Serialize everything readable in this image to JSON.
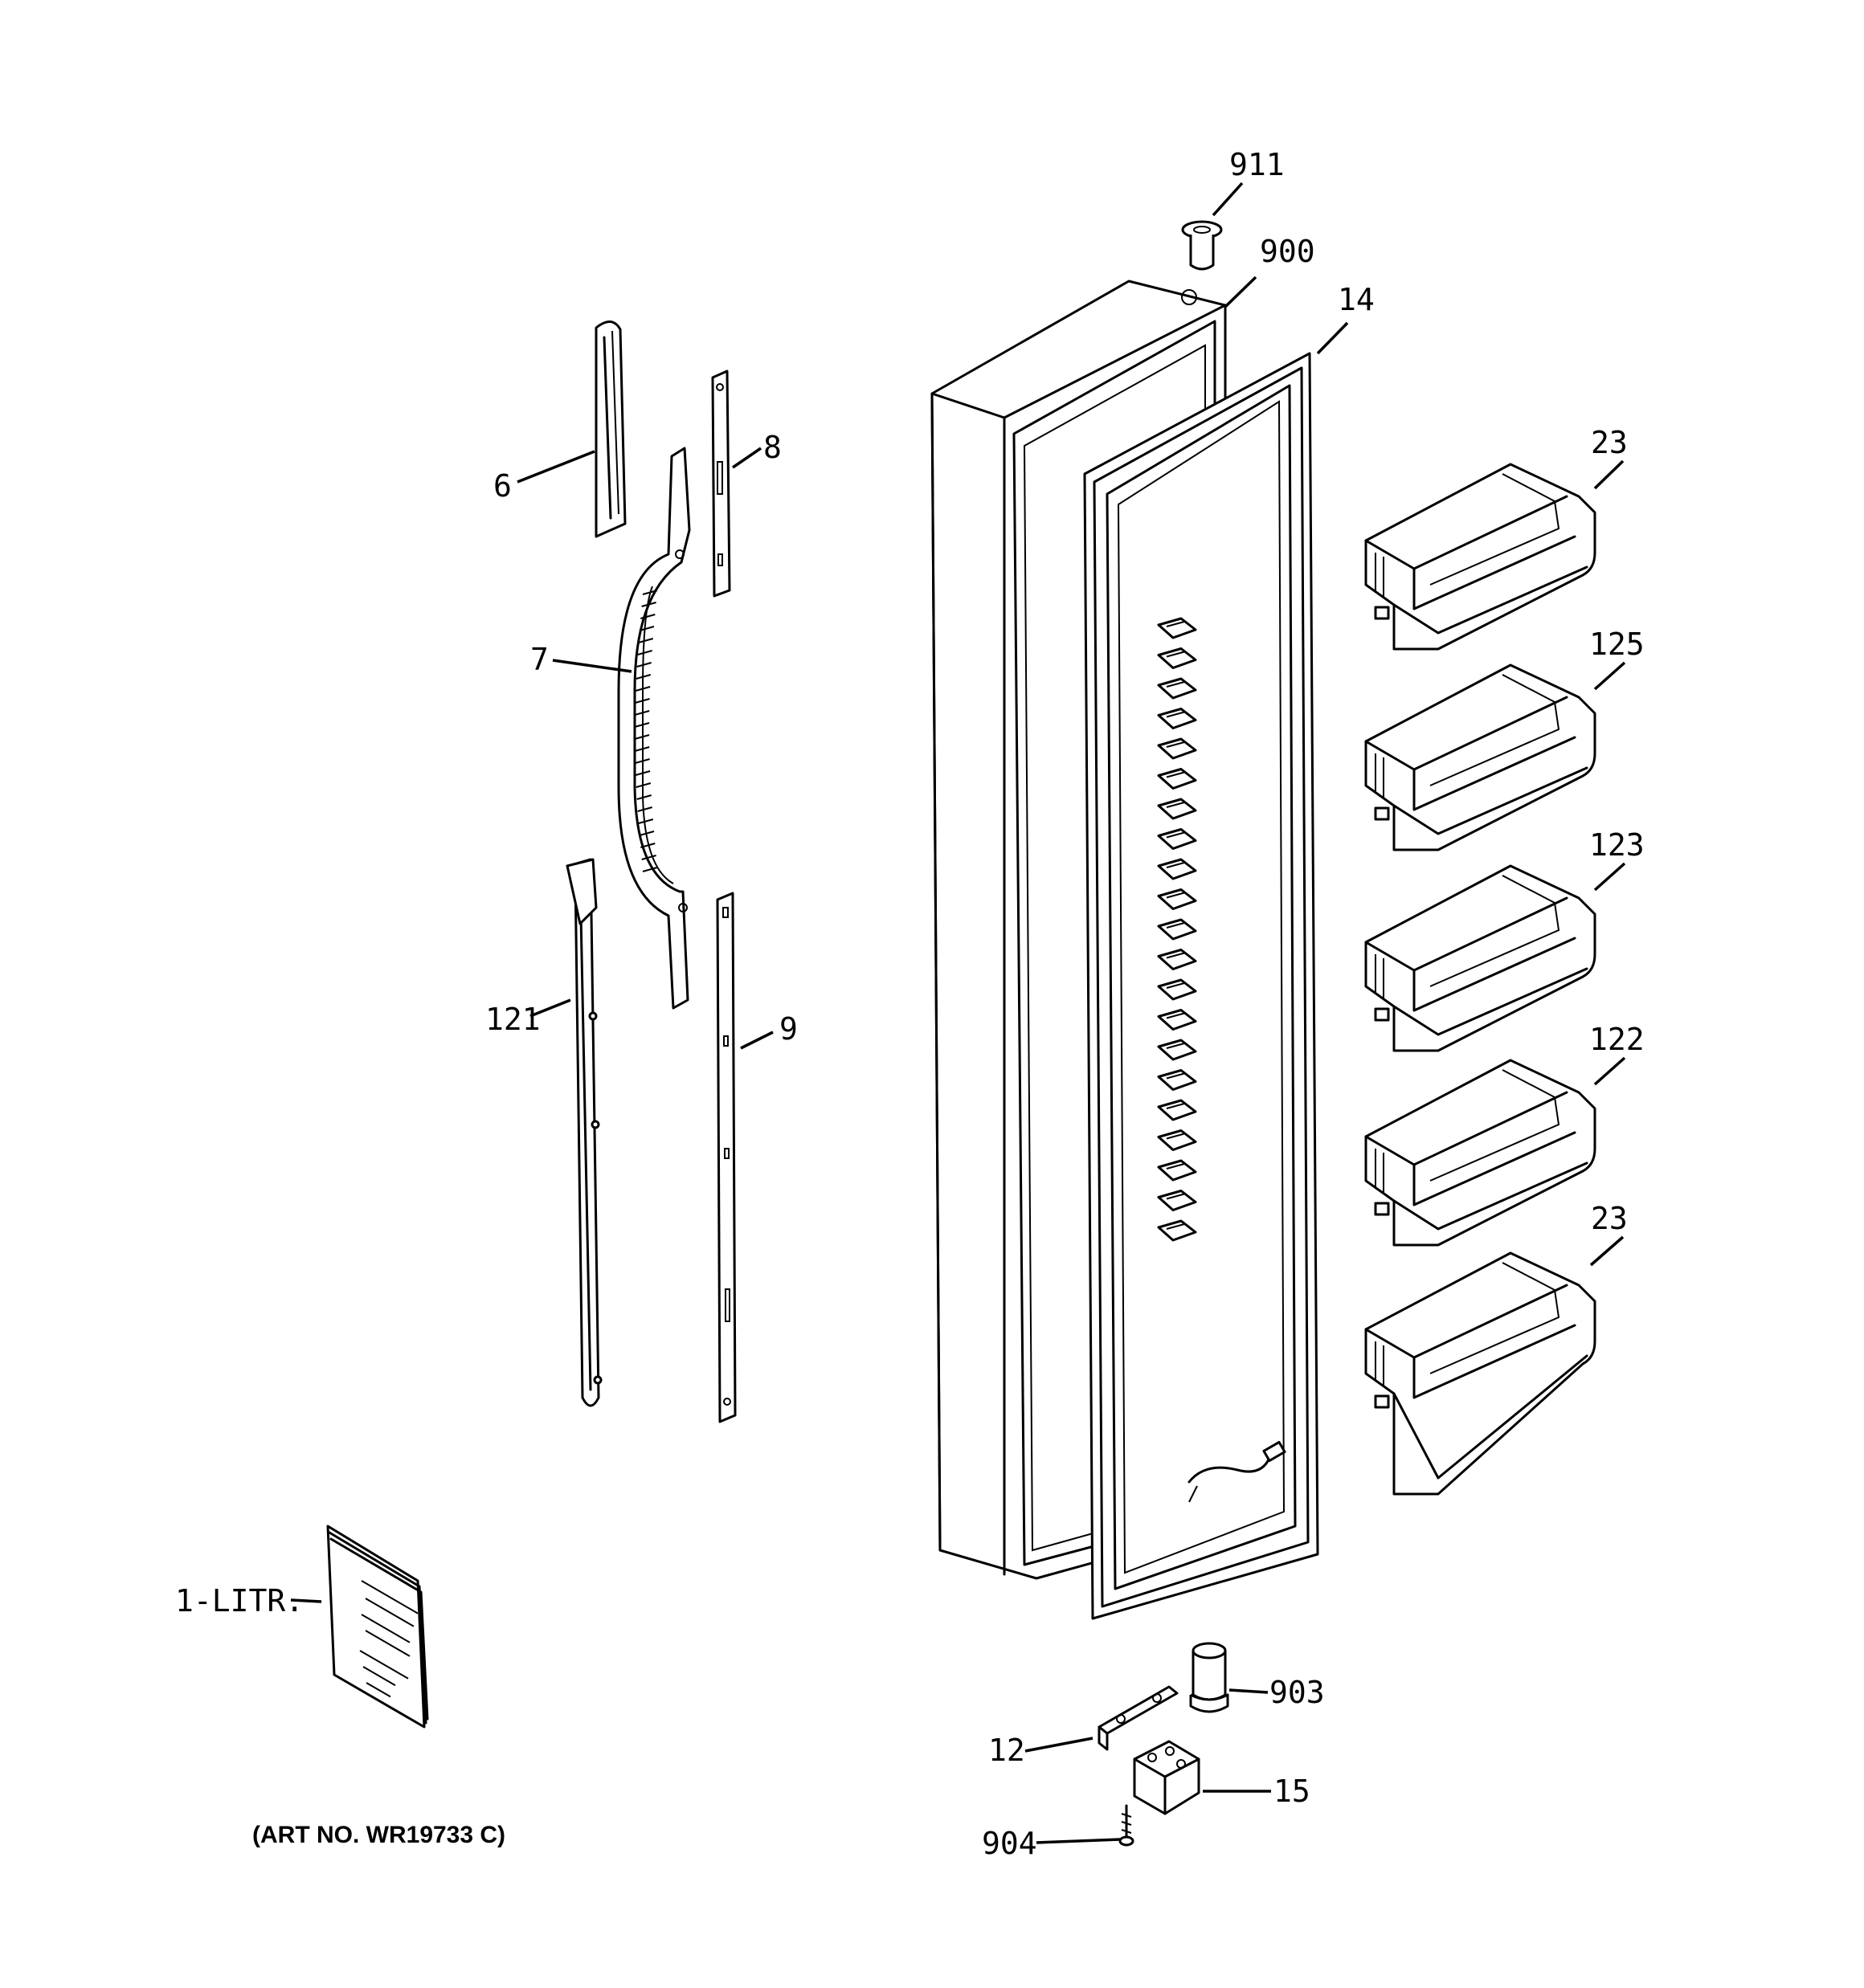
{
  "diagram": {
    "art_number": "(ART NO. WR19733 C)",
    "callouts": {
      "c911": "911",
      "c900": "900",
      "c14": "14",
      "c23_top": "23",
      "c125": "125",
      "c123": "123",
      "c122": "122",
      "c23_bottom": "23",
      "c6": "6",
      "c8": "8",
      "c7": "7",
      "c121": "121",
      "c9": "9",
      "c1litr": "1-LITR.",
      "c903": "903",
      "c12": "12",
      "c15": "15",
      "c904": "904"
    }
  }
}
